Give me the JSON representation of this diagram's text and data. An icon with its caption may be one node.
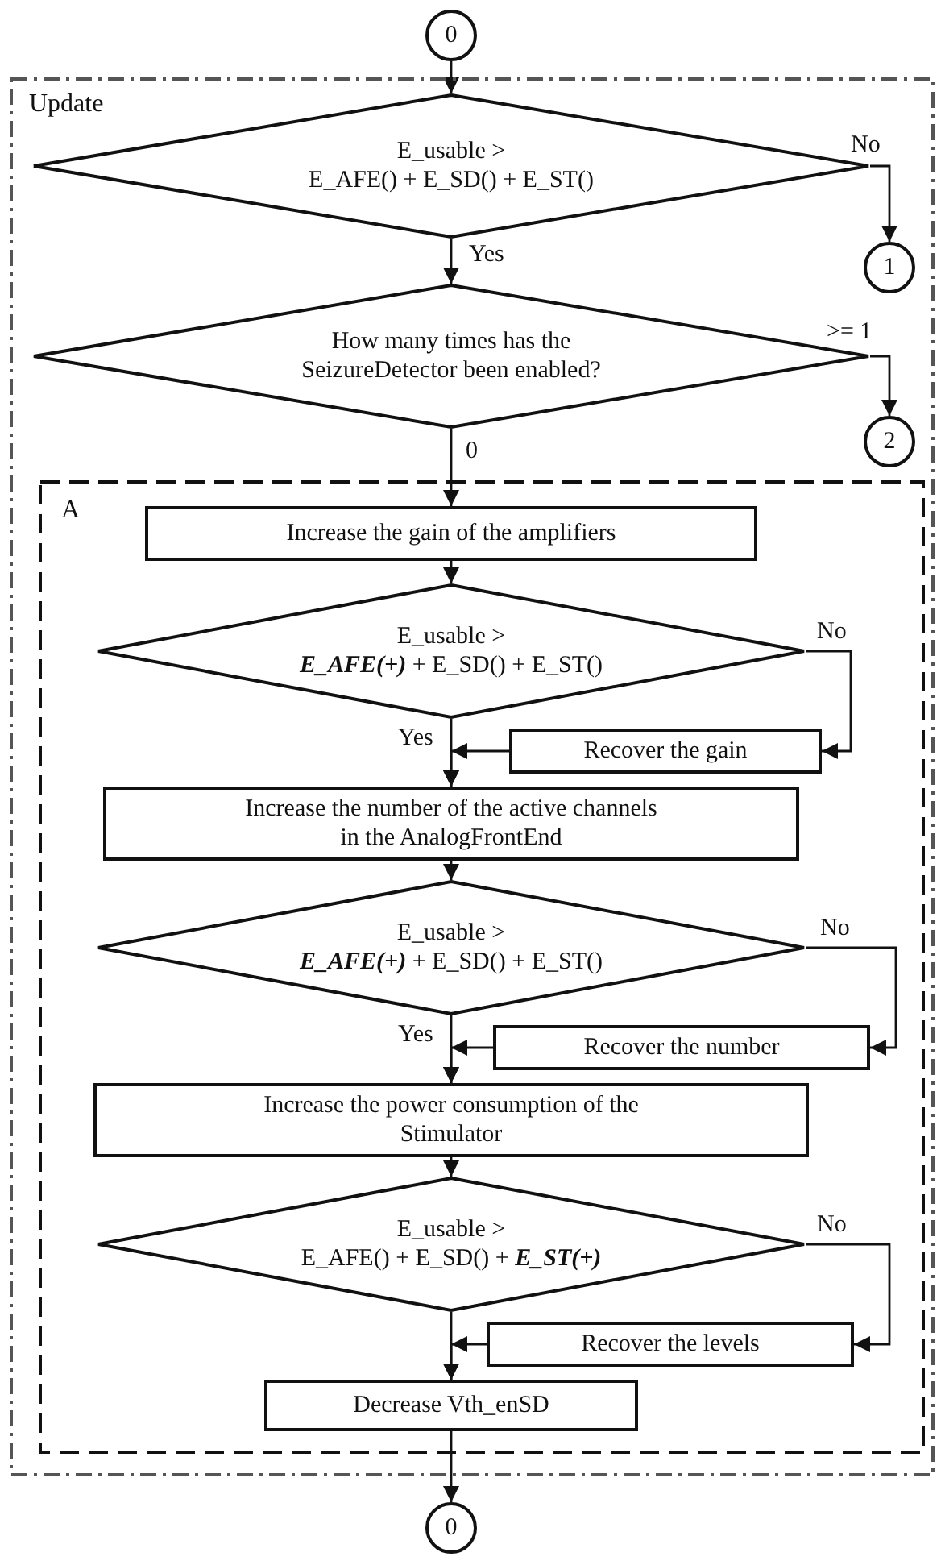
{
  "diagram": {
    "nodes": [
      {
        "text": [
          "0"
        ]
      },
      {
        "text": [
          "Update"
        ]
      },
      {
        "text": [
          "E_usable >",
          "E_AFE() + E_SD() + E_ST()"
        ],
        "in": 1
      },
      {
        "text": [
          "1"
        ],
        "in": 1
      },
      {
        "text": [
          "How many times has the SeizureDetector been enabled?"
        ],
        "in": 1
      },
      {
        "text": [
          "2"
        ],
        "in": 1
      },
      {
        "text": [
          "A"
        ],
        "in": 1
      },
      {
        "text": [
          "Increase the gain of the amplifiers"
        ],
        "in": 6
      },
      {
        "text": [
          "E_usable >",
          "**E_AFE(+)** + E_SD() + E_ST()"
        ],
        "in": 6
      },
      {
        "text": [
          "Recover the gain"
        ],
        "in": 6
      },
      {
        "text": [
          "Increase the number of the active channels in the AnalogFrontEnd"
        ],
        "in": 6
      },
      {
        "text": [
          "E_usable >",
          "**E_AFE(+)** + E_SD() + E_ST()"
        ],
        "in": 6
      },
      {
        "text": [
          "Recover the number"
        ],
        "in": 6
      },
      {
        "text": [
          "Increase the power consumption of the Stimulator"
        ],
        "in": 6
      },
      {
        "text": [
          "E_usable >",
          "E_AFE() + E_SD() + **E_ST(+)**"
        ],
        "in": 6
      },
      {
        "text": [
          "Recover the levels"
        ],
        "in": 6
      },
      {
        "text": [
          "Decrease Vth_enSD"
        ],
        "in": 6
      },
      {
        "text": [
          "0"
        ]
      }
    ],
    "edges": [
      {
        "from": 0,
        "to": 2,
        "arrow": "to"
      },
      {
        "from": 2,
        "to": 3,
        "arrow": "to",
        "label": "No"
      },
      {
        "from": 2,
        "to": 4,
        "arrow": "to",
        "label": "Yes"
      },
      {
        "from": 4,
        "to": 5,
        "arrow": "to",
        "label": ">= 1"
      },
      {
        "from": 4,
        "to": 7,
        "arrow": "to",
        "label": "0"
      },
      {
        "from": 7,
        "to": 8,
        "arrow": "to"
      },
      {
        "from": 8,
        "to": 9,
        "arrow": "to",
        "label": "No"
      },
      {
        "from": 8,
        "to": 10,
        "arrow": "to",
        "label": "Yes"
      },
      {
        "from": 9,
        "to": 10,
        "arrow": "to"
      },
      {
        "from": 10,
        "to": 11,
        "arrow": "to"
      },
      {
        "from": 11,
        "to": 12,
        "arrow": "to",
        "label": "No"
      },
      {
        "from": 11,
        "to": 13,
        "arrow": "to",
        "label": "Yes"
      },
      {
        "from": 12,
        "to": 13,
        "arrow": "to"
      },
      {
        "from": 13,
        "to": 14,
        "arrow": "to"
      },
      {
        "from": 14,
        "to": 15,
        "arrow": "to",
        "label": "No"
      },
      {
        "from": 14,
        "to": 16,
        "arrow": "to"
      },
      {
        "from": 15,
        "to": 16,
        "arrow": "to"
      },
      {
        "from": 16,
        "to": 17,
        "arrow": "to"
      }
    ]
  }
}
